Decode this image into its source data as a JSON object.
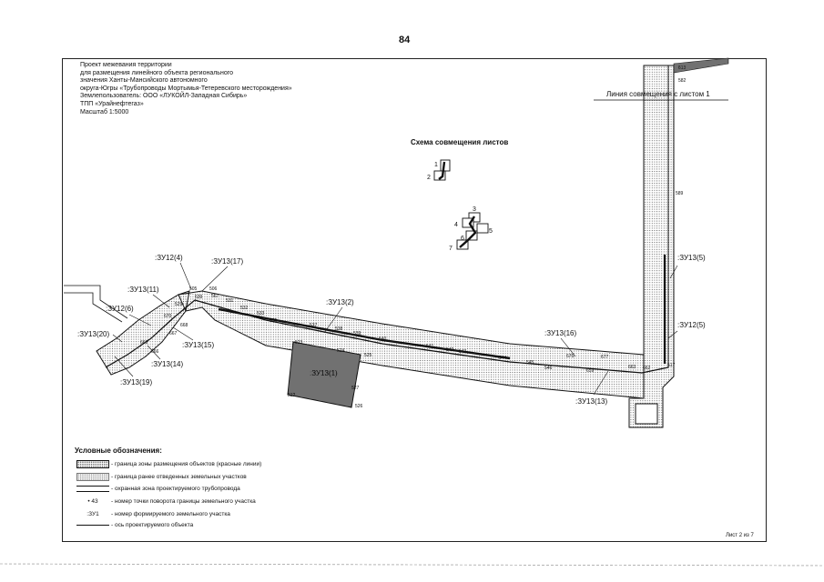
{
  "page_number": "84",
  "header_lines": [
    "Проект межевания территории",
    "для размещения линейного объекта регионального",
    "значения Ханты-Мансийского автономного",
    "округа-Югры «Трубопроводы Мортымья-Тетеревского месторождения»",
    "Землепользователь: ООО «ЛУКОЙЛ-Западная Сибирь»",
    "ТПП «Урайнефтегаз»",
    "Масштаб 1:5000"
  ],
  "junction_line_label": "Линия совмещения с листом 1",
  "scheme_title": "Схема совмещения листов",
  "scheme_sheet_numbers": [
    "1",
    "2",
    "3",
    "4",
    "5",
    "6",
    "7"
  ],
  "parcel_labels": [
    ":ЗУ12(4)",
    ":ЗУ13(17)",
    ":ЗУ13(11)",
    ":ЗУ12(6)",
    ":ЗУ13(20)",
    ":ЗУ13(15)",
    ":ЗУ13(14)",
    ":ЗУ13(19)",
    ":ЗУ13(2)",
    ":ЗУ13(1)",
    ":ЗУ13(16)",
    ":ЗУ13(13)",
    ":ЗУ13(5)",
    ":ЗУ12(5)"
  ],
  "point_numbers": [
    "613",
    "582",
    "589",
    "505",
    "506",
    "639",
    "567",
    "531",
    "532",
    "533",
    "535",
    "537",
    "538",
    "539",
    "540",
    "541",
    "542",
    "543",
    "544",
    "545",
    "546",
    "668",
    "667",
    "669",
    "666",
    "529",
    "670",
    "522",
    "523",
    "524",
    "525",
    "526",
    "527",
    "676",
    "677",
    "659",
    "663",
    "662",
    "517"
  ],
  "legend": {
    "title": "Условные обозначения:",
    "items": [
      {
        "symbol": "",
        "text": "- граница зоны размещения объектов (красные линии)"
      },
      {
        "symbol": "",
        "text": "- граница ранее отведенных земельных участков"
      },
      {
        "symbol": "",
        "text": "- охранная зона проектируемого трубопровода"
      },
      {
        "symbol": "• 43",
        "text": "- номер точки поворота границы земельного участка"
      },
      {
        "symbol": ":ЗУ1",
        "text": "- номер формируемого земельного участка"
      },
      {
        "symbol": "",
        "text": "- ось проектируемого объекта"
      }
    ]
  },
  "sheet_label": "Лист 2 из 7"
}
